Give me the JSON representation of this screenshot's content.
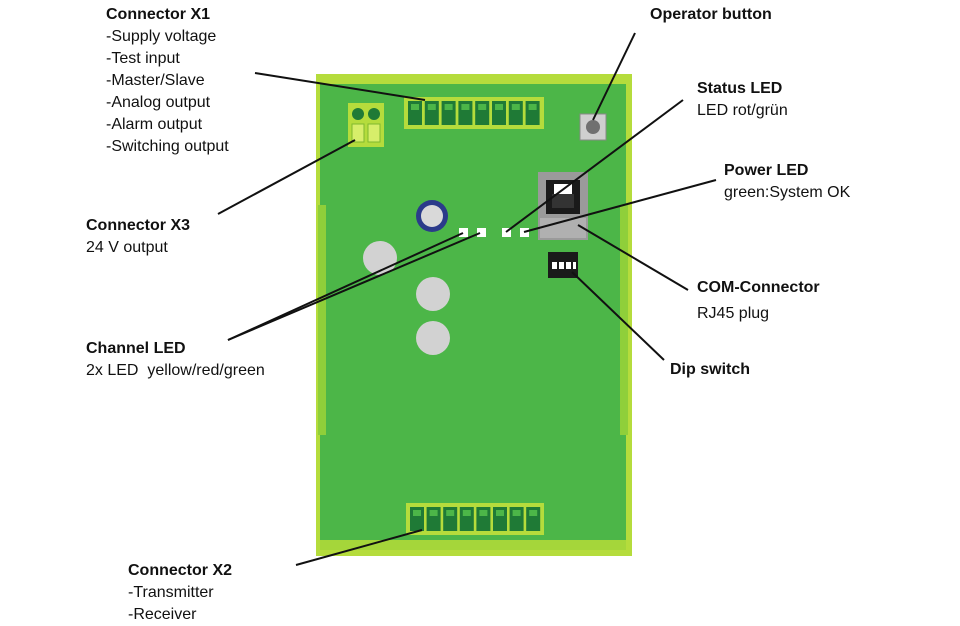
{
  "callouts": {
    "x1": {
      "title": "Connector X1",
      "lines": [
        "-Supply voltage",
        "-Test input",
        "-Master/Slave",
        "-Analog output",
        "-Alarm output",
        "-Switching output"
      ]
    },
    "x3": {
      "title": "Connector X3",
      "lines": [
        "24 V output"
      ]
    },
    "channel_led": {
      "title": "Channel LED",
      "lines": [
        "2x LED  yellow/red/green"
      ]
    },
    "x2": {
      "title": "Connector X2",
      "lines": [
        "-Transmitter",
        "-Receiver"
      ]
    },
    "operator": {
      "title": "Operator button",
      "lines": []
    },
    "status_led": {
      "title": "Status LED",
      "lines": [
        "LED rot/grün"
      ]
    },
    "power_led": {
      "title": "Power LED",
      "lines": [
        "green:System OK"
      ]
    },
    "com": {
      "title": "COM-Connector",
      "lines": [
        "RJ45 plug"
      ]
    },
    "dip": {
      "title": "Dip switch",
      "lines": []
    }
  },
  "colors": {
    "board": "#4cb648",
    "board_frame": "#b5dc3c",
    "terminal": "#1f7a36",
    "leader": "#111111"
  }
}
